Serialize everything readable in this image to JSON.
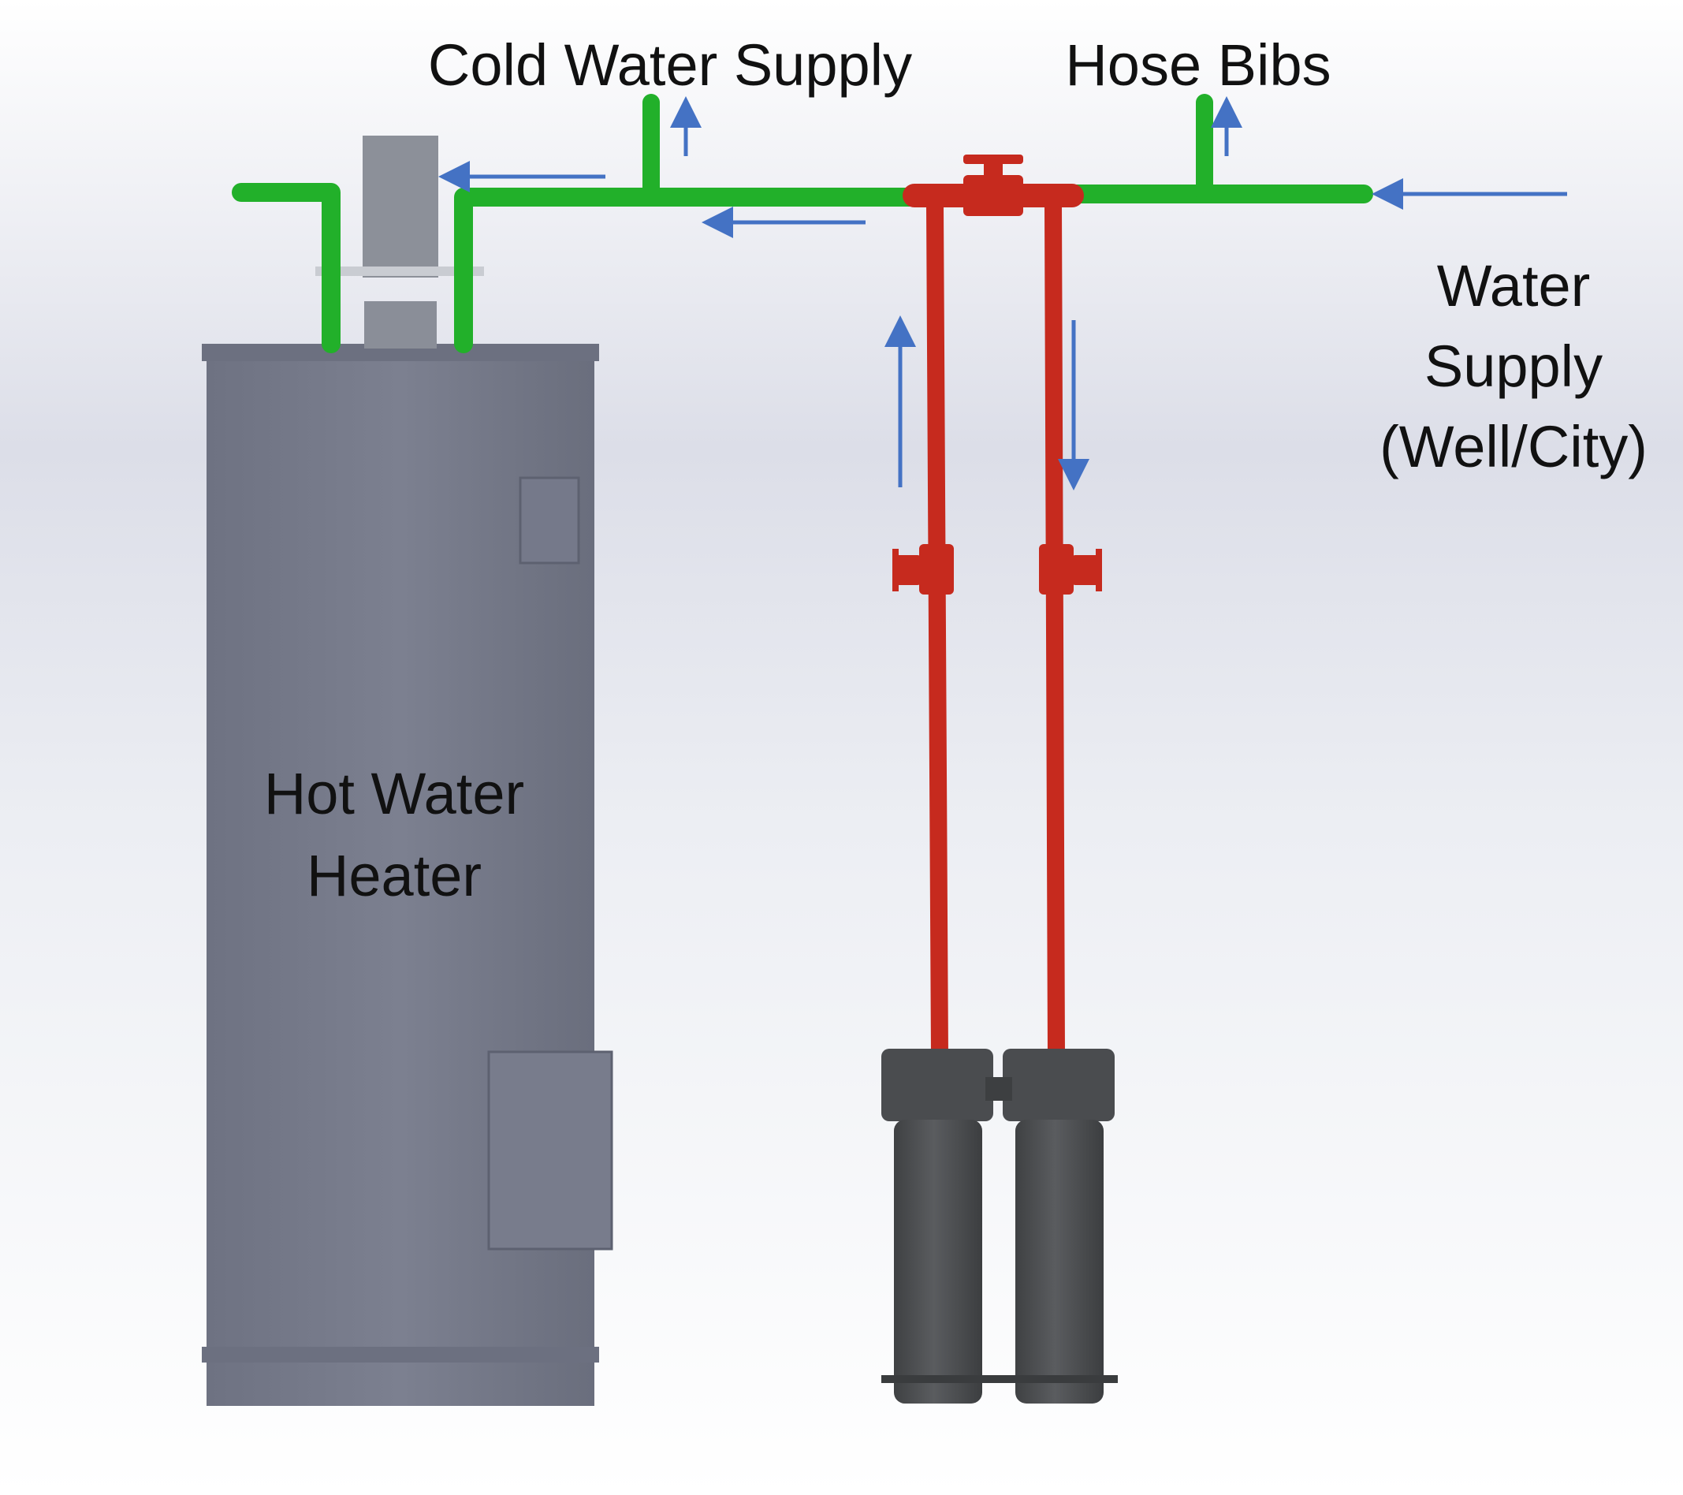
{
  "labels": {
    "cold_water_supply": "Cold Water Supply",
    "hose_bibs": "Hose Bibs",
    "water_supply_line1": "Water",
    "water_supply_line2": "Supply",
    "water_supply_line3": "(Well/City)",
    "heater_line1": "Hot Water",
    "heater_line2": "Heater"
  },
  "colors": {
    "background_top": "#d9dce6",
    "background_bottom": "#ffffff",
    "green_pipe": "#22b02a",
    "red_pipe": "#c62a1e",
    "heater_body": "#7a7e8e",
    "filter_housing": "#505255",
    "flow_arrow": "#4472c4"
  },
  "icons": {
    "flow_arrow": "arrow-icon",
    "valve": "valve-icon",
    "filter": "filter-housing-icon"
  }
}
